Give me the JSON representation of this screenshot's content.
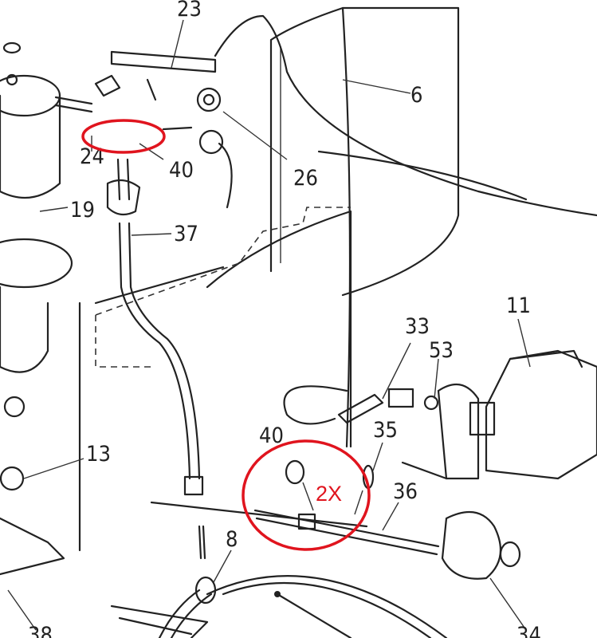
{
  "diagram": {
    "part_labels": {
      "p23": "23",
      "p6": "6",
      "p24": "24",
      "p40a": "40",
      "p26": "26",
      "p19": "19",
      "p37": "37",
      "p11": "11",
      "p33": "33",
      "p53": "53",
      "p13": "13",
      "p40b": "40",
      "p35": "35",
      "p36": "36",
      "p8": "8",
      "p38": "38",
      "p34": "34"
    },
    "annotation": {
      "quantity": "2X",
      "color": "#e0141e"
    }
  }
}
